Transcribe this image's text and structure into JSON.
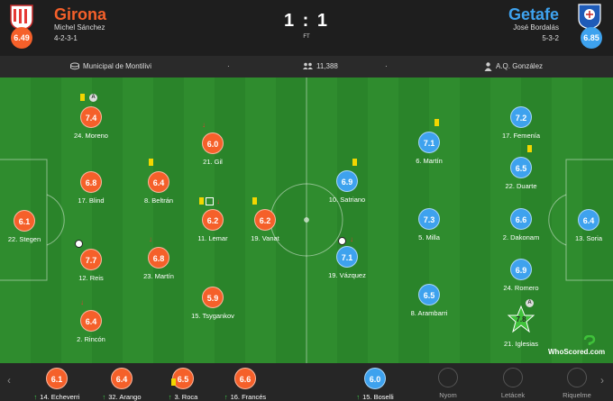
{
  "colors": {
    "home": "#f5602a",
    "away": "#3ea2ee",
    "pitch": "#2f8c2e",
    "yellow_card": "#f2d600"
  },
  "header": {
    "home": {
      "name": "Girona",
      "manager": "Michel Sánchez",
      "formation": "4-2-3-1",
      "rating": "6.49",
      "crest_icon": "girona-crest"
    },
    "away": {
      "name": "Getafe",
      "manager": "José Bordalás",
      "formation": "5-3-2",
      "rating": "6.85",
      "crest_icon": "getafe-crest"
    },
    "score": "1 : 1",
    "status": "FT"
  },
  "info": {
    "stadium": "Municipal de Montilivi",
    "sep1": "·",
    "attendance": "11,388",
    "sep2": "·",
    "referee": "A.Q. González"
  },
  "home_players": [
    {
      "rating": "6.1",
      "name": "22. Stegen"
    },
    {
      "rating": "6.8",
      "name": "17. Blind"
    },
    {
      "rating": "7.4",
      "name": "24. Moreno",
      "assist_label": "A"
    },
    {
      "rating": "7.7",
      "name": "12. Reis"
    },
    {
      "rating": "6.4",
      "name": "2. Rincón"
    },
    {
      "rating": "6.4",
      "name": "8. Beltrán"
    },
    {
      "rating": "6.8",
      "name": "23. Martín"
    },
    {
      "rating": "6.0",
      "name": "21. Gil"
    },
    {
      "rating": "6.2",
      "name": "11. Lemar"
    },
    {
      "rating": "5.9",
      "name": "15. Tsygankov"
    },
    {
      "rating": "6.2",
      "name": "19. Vanat"
    }
  ],
  "away_players": [
    {
      "rating": "6.4",
      "name": "13. Soria"
    },
    {
      "rating": "7.2",
      "name": "17. Femenía"
    },
    {
      "rating": "6.5",
      "name": "22. Duarte"
    },
    {
      "rating": "6.6",
      "name": "2. Dakonam"
    },
    {
      "rating": "6.9",
      "name": "24. Romero"
    },
    {
      "rating": "7.8",
      "name": "21. Iglesias",
      "assist_label": "A"
    },
    {
      "rating": "7.1",
      "name": "6. Martín"
    },
    {
      "rating": "7.3",
      "name": "5. Milla"
    },
    {
      "rating": "6.5",
      "name": "8. Arambarri"
    },
    {
      "rating": "6.9",
      "name": "10. Satriano"
    },
    {
      "rating": "7.1",
      "name": "19. Vázquez"
    }
  ],
  "subs": [
    {
      "rating": "6.1",
      "name": "14. Echeverri"
    },
    {
      "rating": "6.4",
      "name": "32. Arango"
    },
    {
      "rating": "6.5",
      "name": "3. Roca"
    },
    {
      "rating": "6.6",
      "name": "16. Francés"
    },
    {
      "rating": "6.0",
      "name": "15. Boselli"
    },
    {
      "rating": "",
      "name": "Nyom"
    },
    {
      "rating": "",
      "name": "Letácek"
    },
    {
      "rating": "",
      "name": "Riquelme"
    }
  ],
  "branding": {
    "whoscored": "WhoScored.com"
  },
  "nav": {
    "prev": "‹",
    "next": "›"
  }
}
